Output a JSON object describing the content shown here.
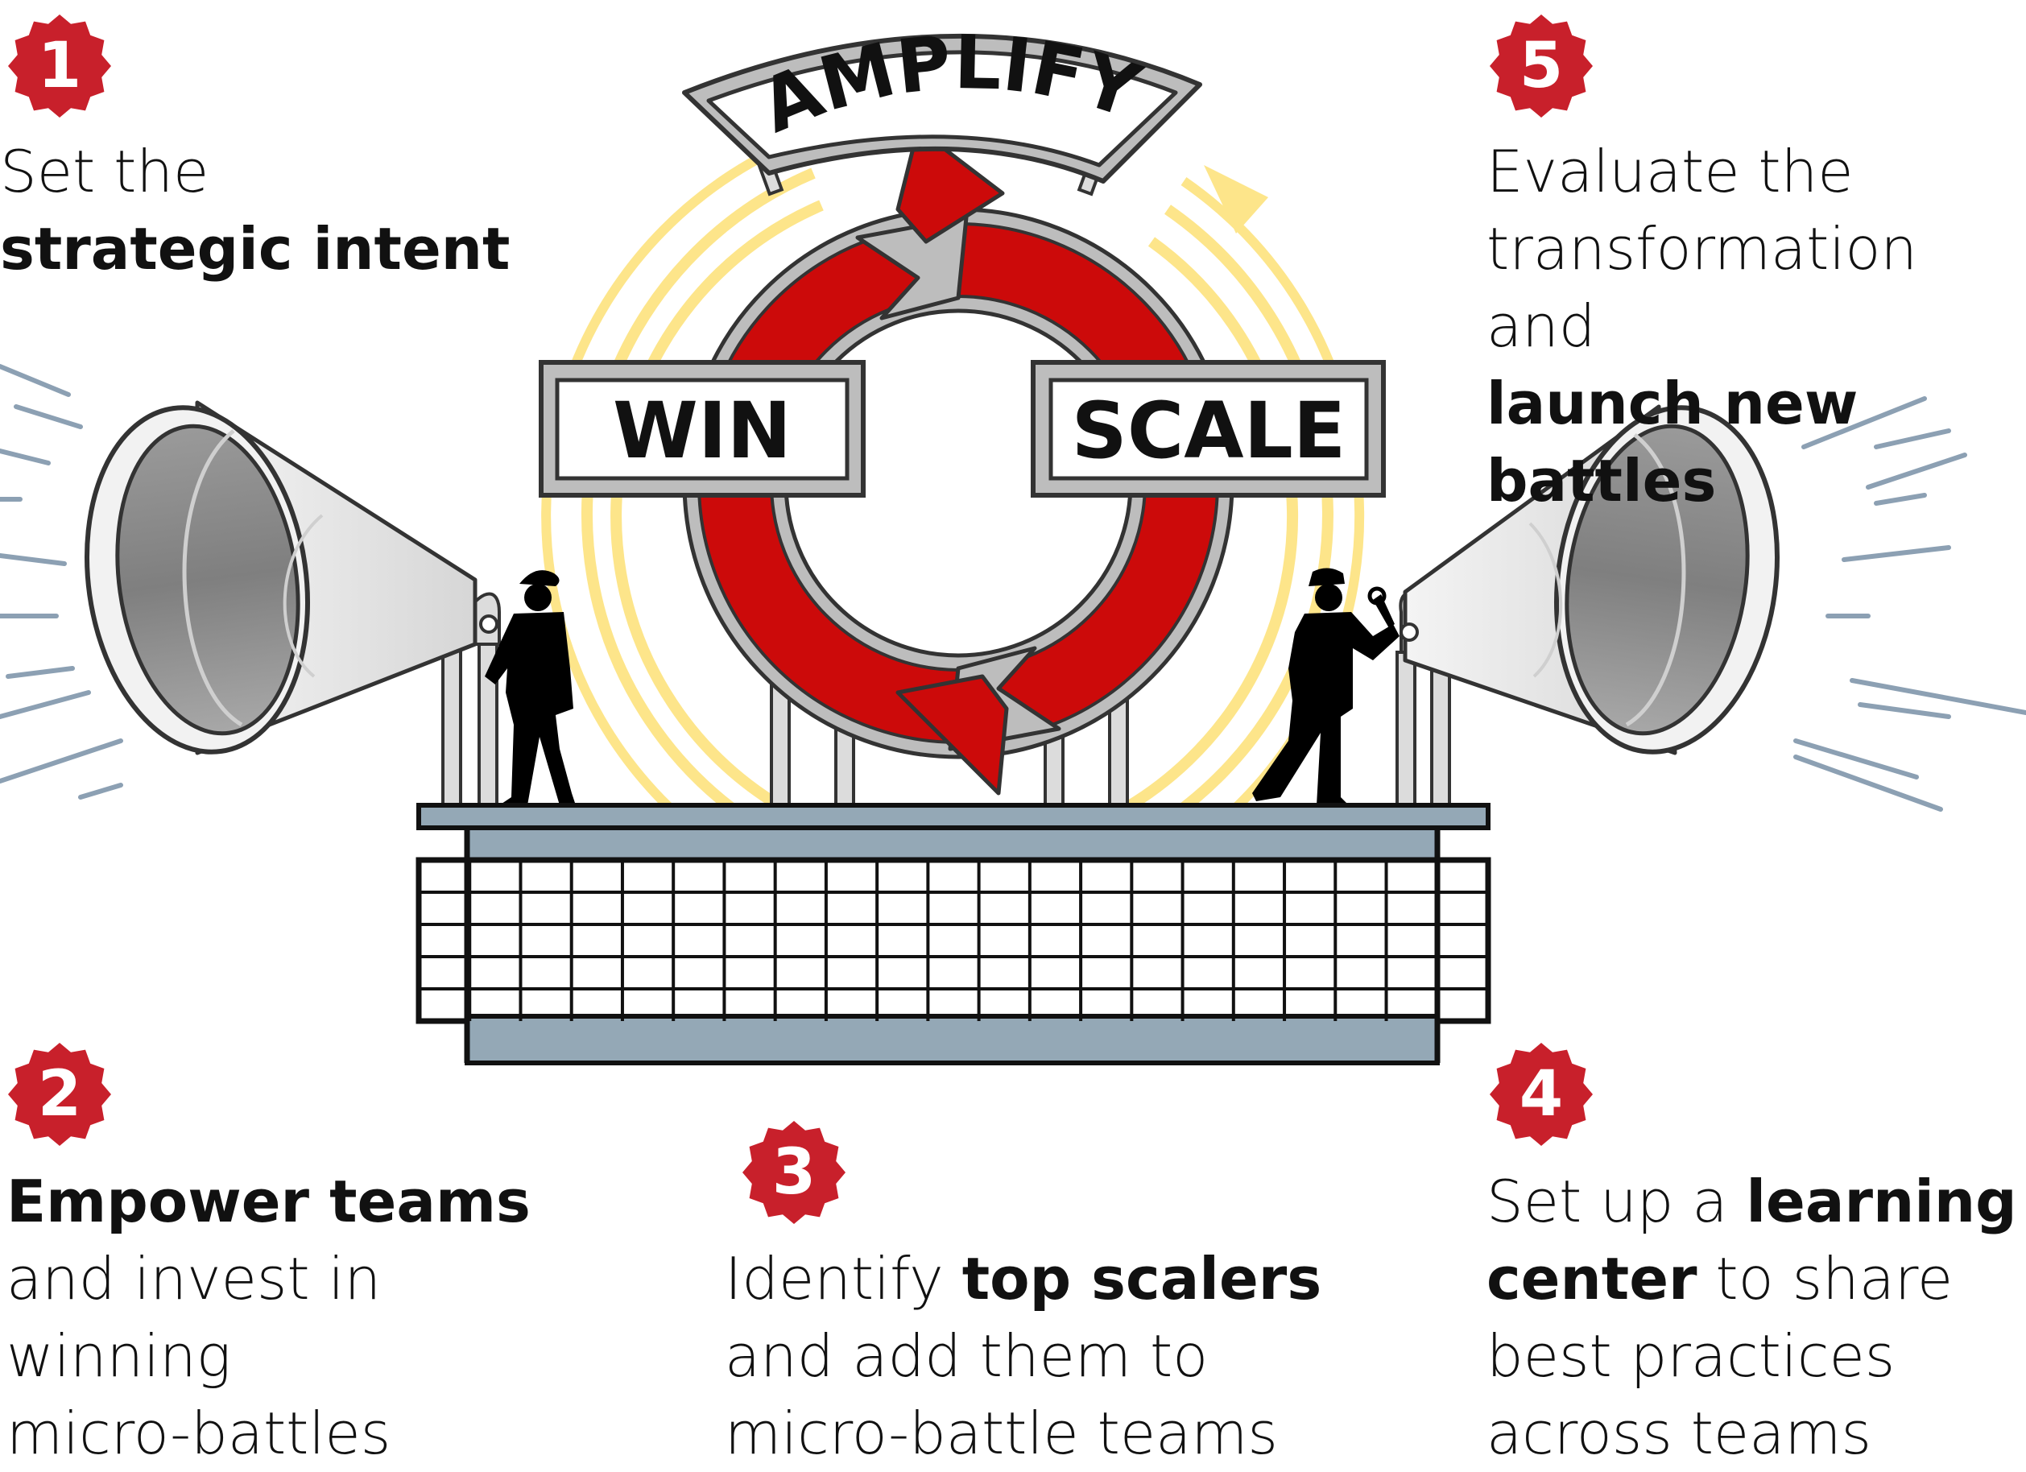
{
  "sign": {
    "top_label": "AMPLIFY",
    "left_label": "WIN",
    "right_label": "SCALE"
  },
  "steps": [
    {
      "number": "1",
      "lines": [
        [
          {
            "t": "Set the",
            "b": false
          }
        ],
        [
          {
            "t": "strategic intent",
            "b": true
          }
        ]
      ]
    },
    {
      "number": "2",
      "lines": [
        [
          {
            "t": "Empower teams",
            "b": true
          }
        ],
        [
          {
            "t": "and invest in",
            "b": false
          }
        ],
        [
          {
            "t": "winning",
            "b": false
          }
        ],
        [
          {
            "t": "micro-battles",
            "b": false
          }
        ]
      ]
    },
    {
      "number": "3",
      "lines": [
        [
          {
            "t": "Identify ",
            "b": false
          },
          {
            "t": "top scalers",
            "b": true
          }
        ],
        [
          {
            "t": "and add them to",
            "b": false
          }
        ],
        [
          {
            "t": "micro-battle teams",
            "b": false
          }
        ]
      ]
    },
    {
      "number": "4",
      "lines": [
        [
          {
            "t": "Set up a ",
            "b": false
          },
          {
            "t": "learning",
            "b": true
          }
        ],
        [
          {
            "t": "center",
            "b": true
          },
          {
            "t": " to share",
            "b": false
          }
        ],
        [
          {
            "t": "best practices",
            "b": false
          }
        ],
        [
          {
            "t": "across teams",
            "b": false
          }
        ]
      ]
    },
    {
      "number": "5",
      "lines": [
        [
          {
            "t": "Evaluate the",
            "b": false
          }
        ],
        [
          {
            "t": "transformation and",
            "b": false
          }
        ],
        [
          {
            "t": "launch new battles",
            "b": true
          }
        ]
      ]
    }
  ],
  "colors": {
    "badge_red": "#c8202b",
    "arrow_red": "#cc0a0a",
    "glow_yellow": "#fde58a",
    "steel": "#94a8b6",
    "sound_lines": "#8ca0b3"
  }
}
